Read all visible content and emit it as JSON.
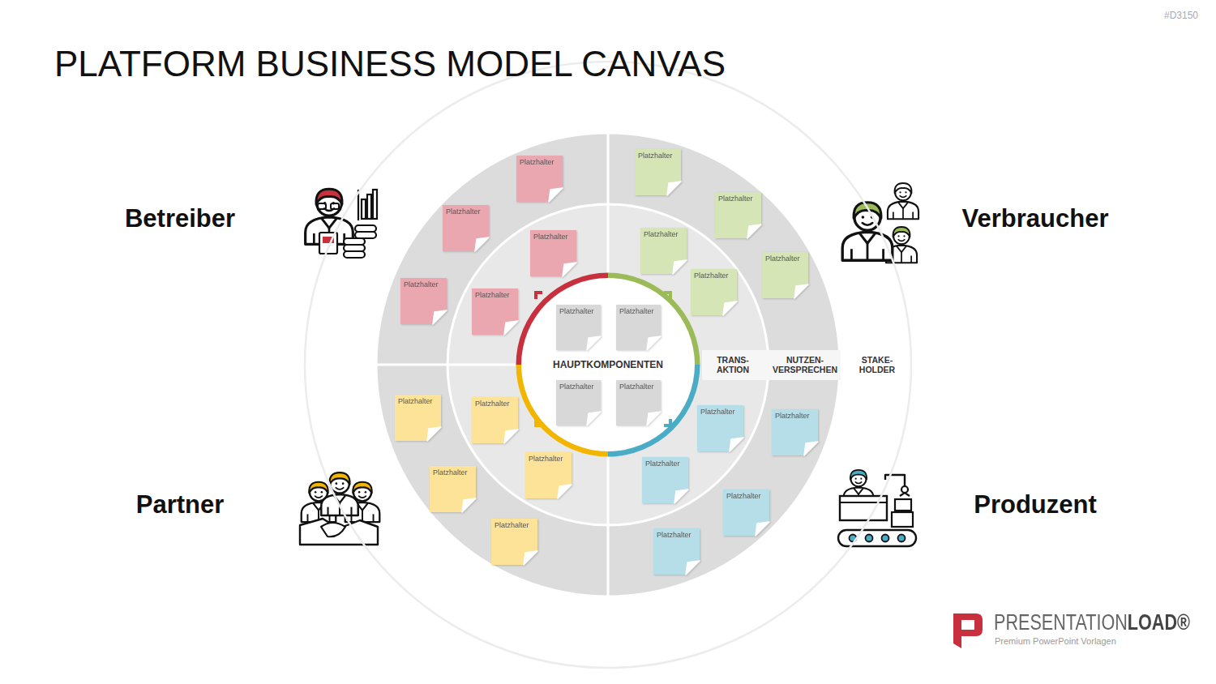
{
  "diagram": {
    "title": "PLATFORM BUSINESS MODEL CANVAS",
    "nodes": [
      {
        "text": [
          "STAKE- HOLDER"
        ]
      },
      {
        "text": [
          "NUTZEN- VERSPRECHEN"
        ],
        "in": 0
      },
      {
        "text": [
          "TRANS- AKTION"
        ],
        "in": 1
      },
      {
        "text": [
          "HAUPTKOMPONENTEN"
        ],
        "in": 2
      },
      {
        "text": [
          "Platzhalter"
        ],
        "in": 3
      },
      {
        "text": [
          "Platzhalter"
        ],
        "in": 3
      },
      {
        "text": [
          "Platzhalter"
        ],
        "in": 3
      },
      {
        "text": [
          "Platzhalter"
        ],
        "in": 3
      },
      {
        "text": [
          "Platzhalter"
        ],
        "in": 2
      },
      {
        "text": [
          "Platzhalter"
        ],
        "in": 2
      },
      {
        "text": [
          "Platzhalter"
        ],
        "in": 2
      },
      {
        "text": [
          "Platzhalter"
        ],
        "in": 2
      },
      {
        "text": [
          "Platzhalter"
        ],
        "in": 2
      },
      {
        "text": [
          "Platzhalter"
        ],
        "in": 2
      },
      {
        "text": [
          "Platzhalter"
        ],
        "in": 2
      },
      {
        "text": [
          "Platzhalter"
        ],
        "in": 2
      },
      {
        "text": [
          "Platzhalter"
        ],
        "in": 1
      },
      {
        "text": [
          "Platzhalter"
        ],
        "in": 1
      },
      {
        "text": [
          "Platzhalter"
        ],
        "in": 1
      },
      {
        "text": [
          "Platzhalter"
        ],
        "in": 1
      },
      {
        "text": [
          "Platzhalter"
        ],
        "in": 1
      },
      {
        "text": [
          "Platzhalter"
        ],
        "in": 1
      },
      {
        "text": [
          "Platzhalter"
        ],
        "in": 1
      },
      {
        "text": [
          "Platzhalter"
        ],
        "in": 1
      },
      {
        "text": [
          "Platzhalter"
        ],
        "in": 1
      },
      {
        "text": [
          "Platzhalter"
        ],
        "in": 1
      },
      {
        "text": [
          "Platzhalter"
        ],
        "in": 1
      },
      {
        "text": [
          "Platzhalter"
        ],
        "in": 1
      }
    ],
    "labels": [
      "#D3150",
      "Betreiber",
      "Verbraucher",
      "Partner",
      "Produzent",
      "PRESENTATION",
      "LOAD®",
      "Premium PowerPoint Vorlagen"
    ]
  }
}
